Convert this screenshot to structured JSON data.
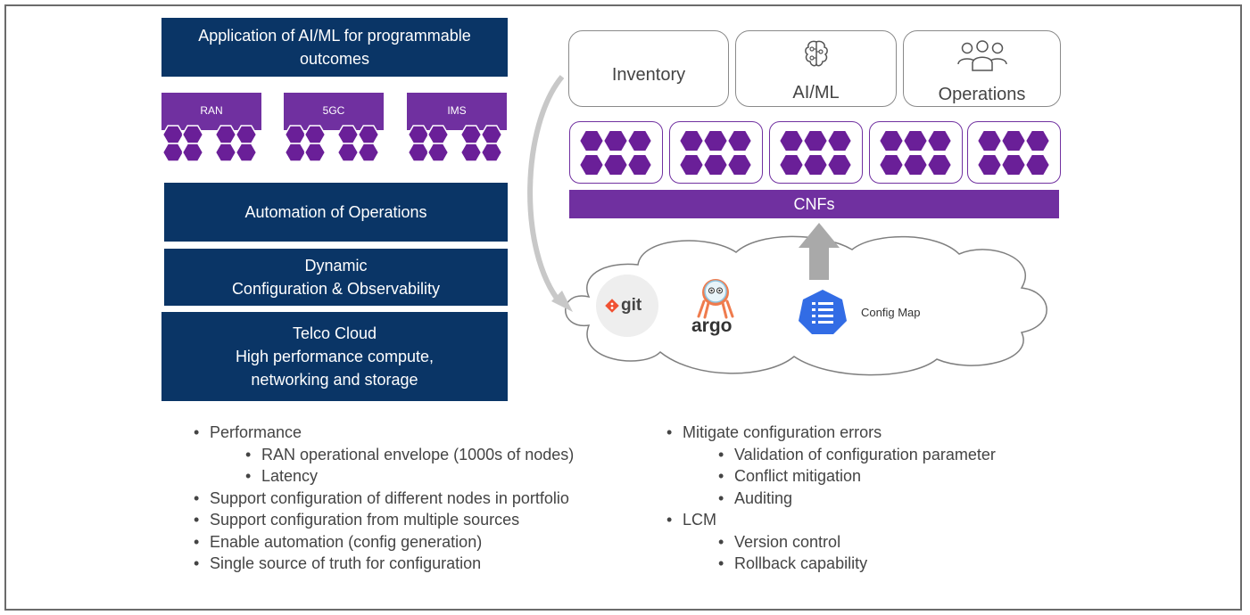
{
  "left_stack": {
    "top_block": "Application of AI/ML for programmable outcomes",
    "functions": [
      "RAN",
      "5GC",
      "IMS"
    ],
    "automation": "Automation of Operations",
    "dynamic": "Dynamic\nConfiguration & Observability",
    "telco": "Telco Cloud\nHigh performance compute,\nnetworking and storage"
  },
  "right_diagram": {
    "inventory": "Inventory",
    "aiml": "AI/ML",
    "operations": "Operations",
    "cnfs": "CNFs",
    "cloud": {
      "git": "git",
      "argo": "argo",
      "config_map": "Config Map"
    }
  },
  "requirements_left": [
    {
      "text": "Performance",
      "level": 1
    },
    {
      "text": "RAN operational envelope (1000s of nodes)",
      "level": 2
    },
    {
      "text": "Latency",
      "level": 2
    },
    {
      "text": "Support configuration of different nodes in portfolio",
      "level": 1
    },
    {
      "text": "Support configuration from multiple sources",
      "level": 1
    },
    {
      "text": "Enable automation (config generation)",
      "level": 1
    },
    {
      "text": "Single source of truth for configuration",
      "level": 1
    }
  ],
  "requirements_right": [
    {
      "text": "Mitigate configuration errors",
      "level": 1
    },
    {
      "text": "Validation of configuration parameter",
      "level": 2
    },
    {
      "text": "Conflict mitigation",
      "level": 2
    },
    {
      "text": "Auditing",
      "level": 2
    },
    {
      "text": "LCM",
      "level": 1
    },
    {
      "text": "Version control",
      "level": 2
    },
    {
      "text": "Rollback capability",
      "level": 2
    }
  ],
  "colors": {
    "navy": "#0a3566",
    "purple": "#7030a0",
    "hex_fill": "#6a1f98",
    "git_orange": "#f05133",
    "kube_blue": "#326ce5",
    "argo_orange": "#ef7b4d"
  },
  "icons": [
    "brain-icon",
    "people-icon",
    "git-logo-icon",
    "argo-logo-icon",
    "config-map-icon",
    "up-arrow-icon",
    "curved-arrow-icon"
  ]
}
